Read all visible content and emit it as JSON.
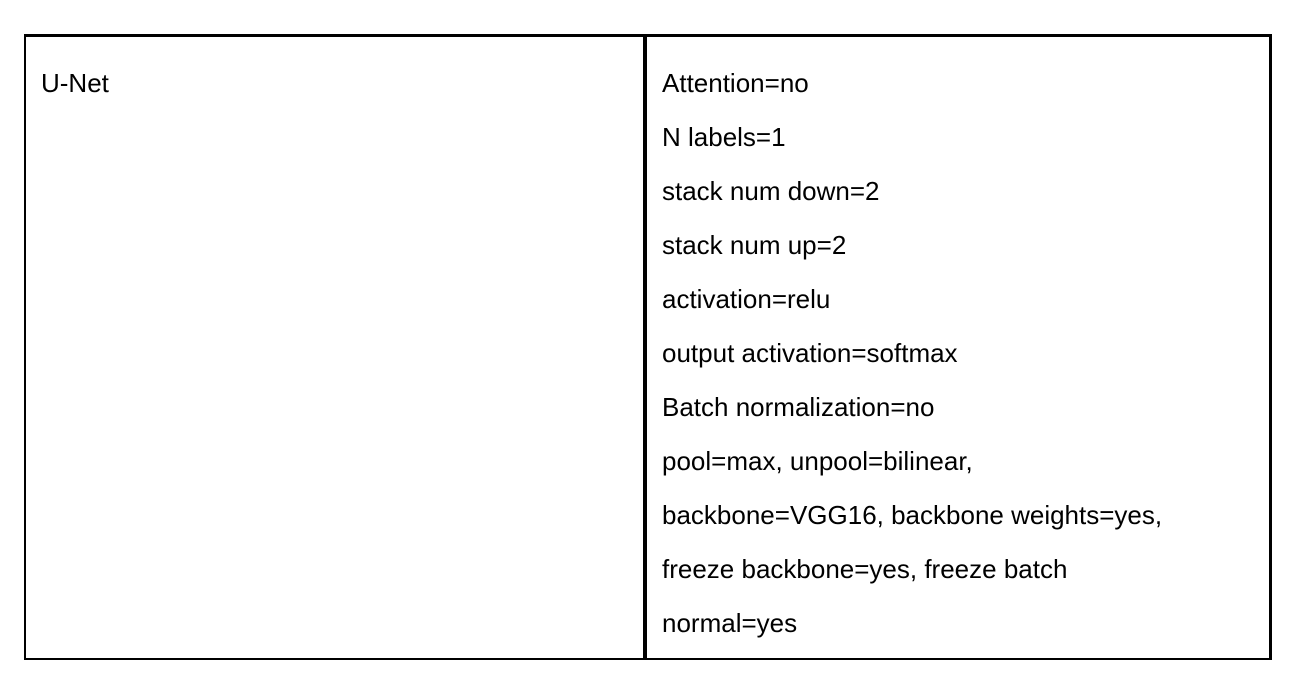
{
  "table": {
    "model_name": "U-Net",
    "parameters": [
      "Attention=no",
      "N labels=1",
      "stack num down=2",
      "stack num up=2",
      "activation=relu",
      "output activation=softmax",
      "Batch normalization=no",
      "pool=max, unpool=bilinear,",
      "backbone=VGG16, backbone weights=yes,",
      "freeze backbone=yes, freeze batch",
      "normal=yes"
    ]
  }
}
